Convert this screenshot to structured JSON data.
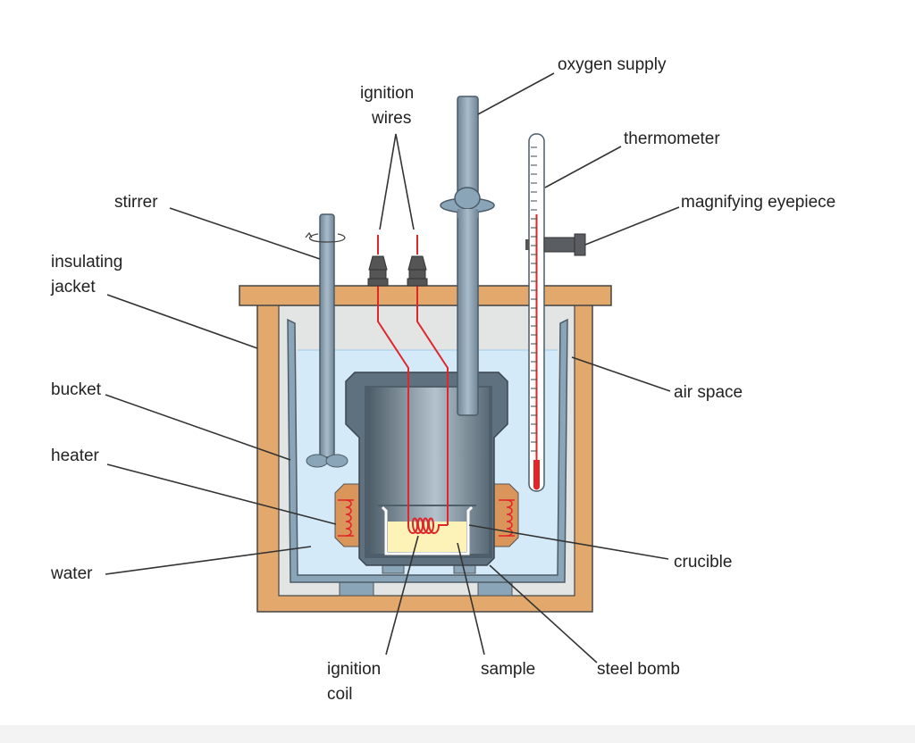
{
  "diagram": {
    "labels": {
      "oxygen_supply": "oxygen supply",
      "ignition_wires_1": "ignition",
      "ignition_wires_2": "wires",
      "thermometer": "thermometer",
      "magnifying_eyepiece": "magnifying eyepiece",
      "stirrer": "stirrer",
      "insulating_jacket_1": "insulating",
      "insulating_jacket_2": "jacket",
      "bucket": "bucket",
      "heater": "heater",
      "water": "water",
      "air_space": "air space",
      "crucible": "crucible",
      "ignition_coil_1": "ignition",
      "ignition_coil_2": "coil",
      "sample": "sample",
      "steel_bomb": "steel bomb"
    },
    "colors": {
      "jacket": "#e3a96c",
      "air_space": "#e3e5e5",
      "water": "#d4eaf8",
      "metal": "#7f9bb0",
      "bomb": "#5f717e",
      "wire": "#e0262a",
      "sample": "#fdf3b8"
    }
  }
}
